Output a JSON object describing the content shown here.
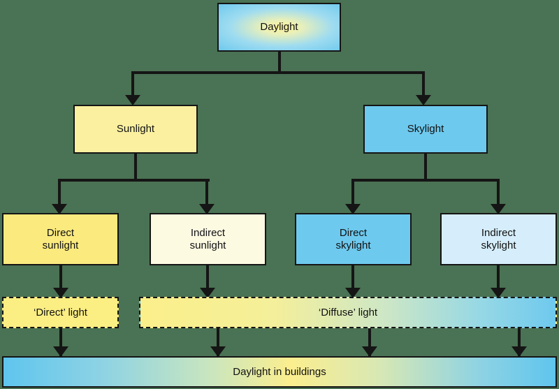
{
  "diagram": {
    "title": "Daylight classification flow chart",
    "background_color": "#4a7254",
    "line_color": "#151515",
    "nodes": {
      "daylight": {
        "label": "Daylight",
        "fill": "radial-gradient(ellipse at 52% 50%, #fdf39a 0%, #e9f0b9 22%, #9fdcf0 58%, #6ec9ee 100%)"
      },
      "sunlight": {
        "label": "Sunlight",
        "fill": "#fbf09f"
      },
      "skylight": {
        "label": "Skylight",
        "fill": "#6ec9ee"
      },
      "direct_sunlight": {
        "label": "Direct\nsunlight",
        "fill": "#fbea7e"
      },
      "indirect_sunlight": {
        "label": "Indirect\nsunlight",
        "fill": "#fdfae2"
      },
      "direct_skylight": {
        "label": "Direct\nskylight",
        "fill": "#6ec9ee"
      },
      "indirect_skylight": {
        "label": "Indirect\nskylight",
        "fill": "#d6eefb"
      },
      "direct_light": {
        "label": "‘Direct’ light",
        "fill": "#fbee83"
      },
      "diffuse_light": {
        "label": "‘Diffuse’ light",
        "fill": "linear-gradient(to right, #fbef8a 0%, #f4ef9a 32%, #cfe7c4 58%, #96d8e5 82%, #6ec9ee 100%)"
      },
      "daylight_in_buildings": {
        "label": "Daylight in buildings",
        "fill": "linear-gradient(to right, #5fc5ee 0%, #8ed3e4 18%, #cbe6bd 38%, #fbee8e 52%, #d8e8b4 68%, #8fd3e3 86%, #5fc5ee 100%)"
      }
    }
  }
}
